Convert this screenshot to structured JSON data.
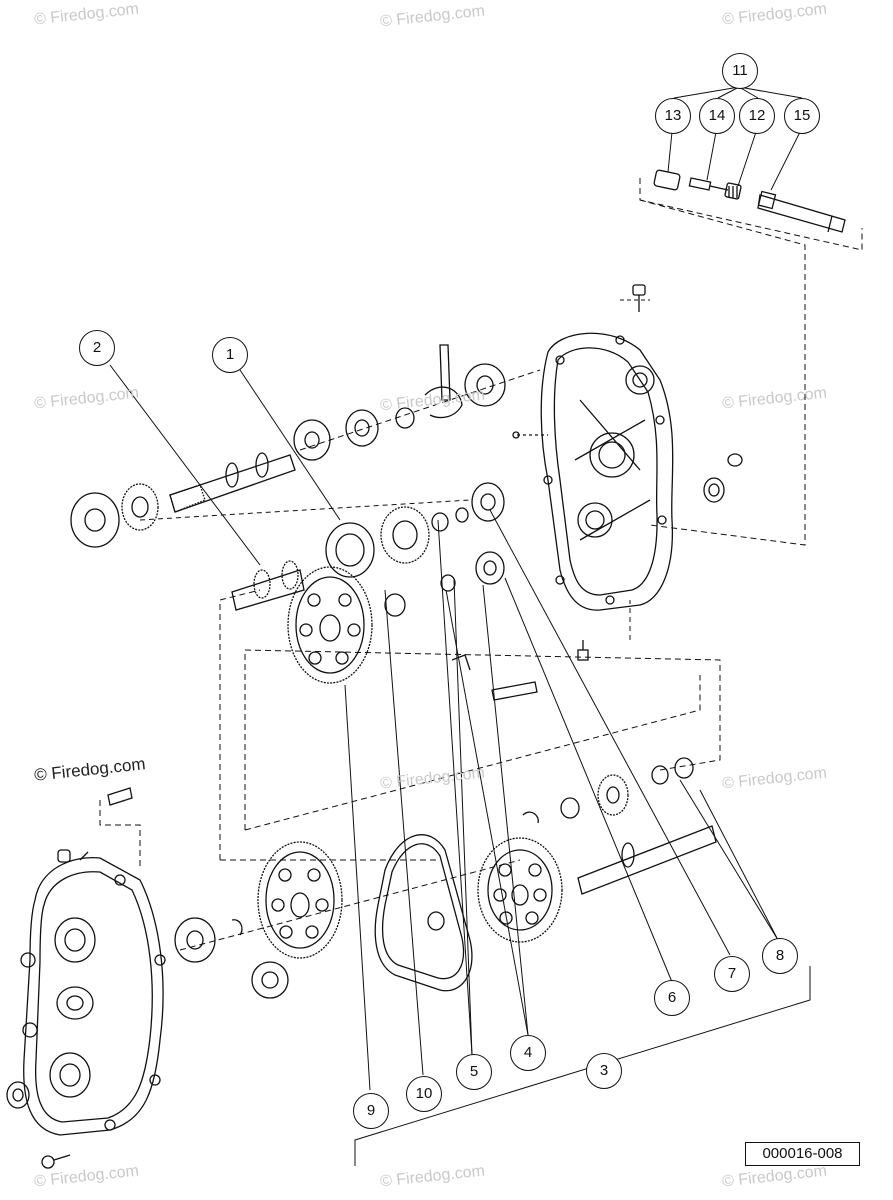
{
  "diagram": {
    "id_label": "000016-008",
    "copyright": "© Firedog.com",
    "watermark": "© Firedog.com",
    "line_color": "#111111",
    "watermark_color": "#c9c9c9"
  },
  "callouts": {
    "c1": "1",
    "c2": "2",
    "c3": "3",
    "c4": "4",
    "c5": "5",
    "c6": "6",
    "c7": "7",
    "c8": "8",
    "c9": "9",
    "c10": "10",
    "c11": "11",
    "c12": "12",
    "c13": "13",
    "c14": "14",
    "c15": "15"
  }
}
